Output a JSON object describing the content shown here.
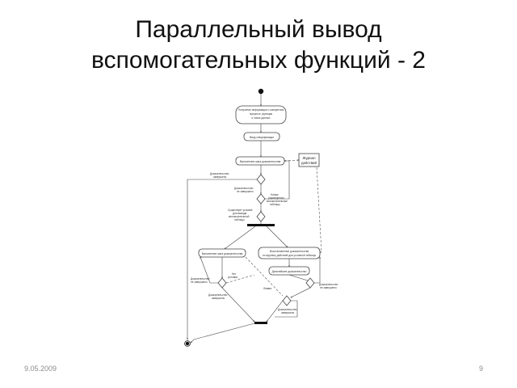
{
  "slide": {
    "title_line1": "Параллельный вывод",
    "title_line2": "вспомогательных функций - 2",
    "date": "9.05.2009",
    "page_number": "9"
  },
  "diagram": {
    "nodes": {
      "info": [
        "Получение информации о конкретном",
        "процессе, функции",
        "и типах данных"
      ],
      "input": "Ввод спецификации",
      "exec_step": "Выполнение шага доказательства",
      "journal": [
        "Журнал",
        "действий"
      ],
      "exec_step_2": "Выполнение шага доказательства",
      "restore": [
        "Восстановление доказательства",
        "по журналу действий для условной таблицы"
      ],
      "further": "Дальнейшее доказательство"
    },
    "labels": {
      "proof_done_top": [
        "Доказательство",
        "завершено"
      ],
      "proof_not_done_top": [
        "Доказательство",
        "не завершено"
      ],
      "new_table": [
        "Новые",
        "(приведение)",
        "вспомогательные",
        "таблицы"
      ],
      "condition": [
        "Существует условие",
        "для вывода",
        "вспомогательной",
        "таблицы"
      ],
      "proof_not_done_left": [
        "Доказательство",
        "не завершено"
      ],
      "no_reason": [
        "Нет",
        "условия"
      ],
      "lemma": "Лемма",
      "proof_not_done_right": [
        "Доказательство",
        "не завершено"
      ],
      "proof_done_mid": [
        "Доказательство",
        "завершено"
      ],
      "proof_done_right": [
        "Доказательство",
        "завершено"
      ]
    }
  }
}
